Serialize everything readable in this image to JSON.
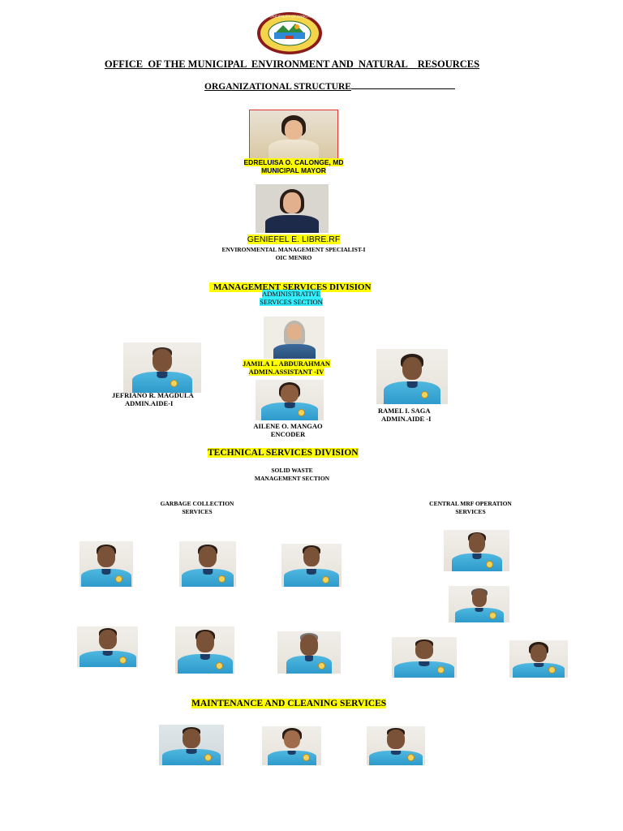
{
  "header": {
    "seal_name": "municipal-seal",
    "seal_text": "MUNICIPALITY OF MANGALI",
    "office_title": "OFFICE  OF THE MUNICIPAL  ENVIRONMENT AND  NATURAL    RESOURCES",
    "org_title": "ORGANIZATIONAL STRUCTURE"
  },
  "mayor": {
    "name": "EDRELUISA O. CALONGE, MD",
    "position": "MUNICIPAL MAYOR"
  },
  "menro": {
    "name": "GENIEFEL E. LIBRE.RF",
    "position": "ENVIRONMENTAL MANAGEMENT SPECIALIST-I",
    "role": "OIC MENRO"
  },
  "management_division": {
    "title": "  MANAGEMENT SERVICES DIVISION",
    "section_line1": "ADMINISTRATIVE",
    "section_line2": "SERVICES SECTION",
    "staff": [
      {
        "name": "JAMILA L. ABDURAHMAN",
        "position": "ADMIN.ASSISTANT -IV"
      },
      {
        "name": "JEFRIANO R. MAGDULA",
        "position": "ADMIN.AIDE-I"
      },
      {
        "name": "RAMEL I. SAGA",
        "position": "ADMIN.AIDE -I"
      },
      {
        "name": "AILENE O. MANGAO",
        "position": "ENCODER"
      }
    ]
  },
  "technical_division": {
    "title": "TECHNICAL SERVICES DIVISION",
    "section_line1": "SOLID WASTE",
    "section_line2": "MANAGEMENT  SECTION",
    "garbage_line1": "GARBAGE COLLECTION",
    "garbage_line2": "SERVICES",
    "mrf_line1": "CENTRAL MRF OPERATION",
    "mrf_line2": "SERVICES"
  },
  "maintenance": {
    "title": "MAINTENANCE AND CLEANING SERVICES"
  },
  "colors": {
    "highlight_yellow": "#ffff00",
    "highlight_cyan": "#33eeff",
    "uniform_blue": "#3aa9d8"
  }
}
